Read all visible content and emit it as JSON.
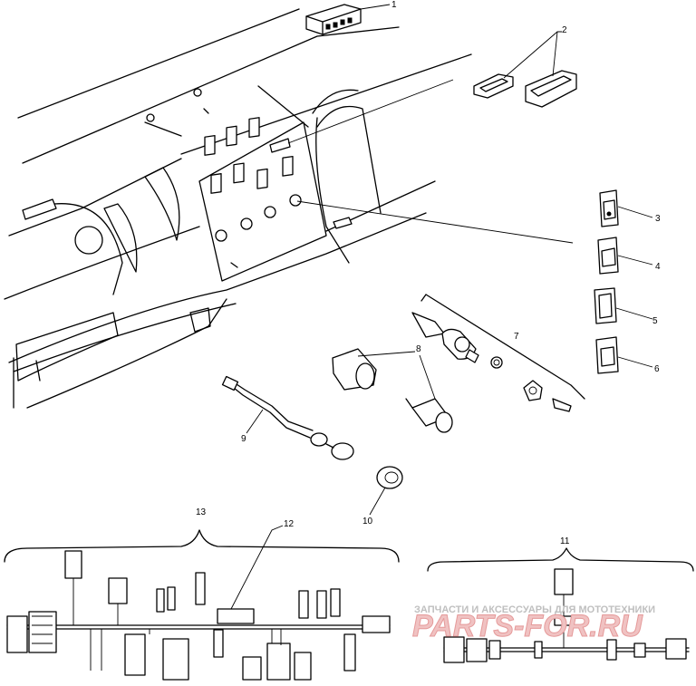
{
  "callouts": {
    "c1": "1",
    "c2": "2",
    "c3": "3",
    "c4": "4",
    "c5": "5",
    "c6": "6",
    "c7": "7",
    "c8": "8",
    "c9": "9",
    "c10": "10",
    "c11": "11",
    "c12": "12",
    "c13": "13"
  },
  "watermark": {
    "tagline": "ЗАПЧАСТИ И АКСЕССУАРЫ ДЛЯ МОТОТЕХНИКИ",
    "logo": "PARTS-FOR.RU"
  }
}
